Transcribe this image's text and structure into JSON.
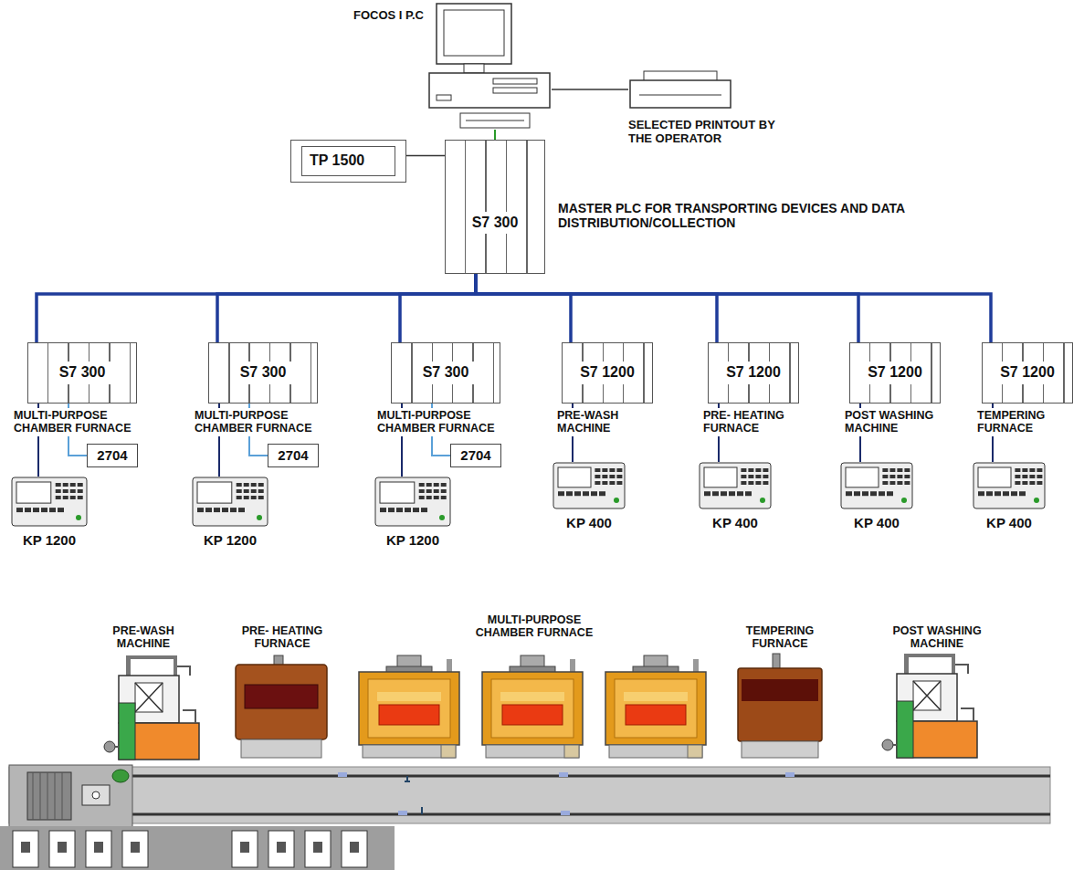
{
  "diagram": {
    "nodes": [
      {
        "text": [
          "FOCOS I P.C"
        ]
      },
      {
        "text": [
          "SELECTED PRINTOUT BY THE OPERATOR"
        ]
      },
      {
        "text": [
          "TP 1500"
        ]
      },
      {
        "text": [
          "S7 300",
          "MASTER PLC FOR TRANSPORTING DEVICES AND DATA DISTRIBUTION/COLLECTION"
        ]
      },
      {
        "text": [
          "S7 300",
          "MULTI-PURPOSE CHAMBER FURNACE"
        ]
      },
      {
        "text": [
          "S7 300",
          "MULTI-PURPOSE CHAMBER FURNACE"
        ]
      },
      {
        "text": [
          "S7 300",
          "MULTI-PURPOSE CHAMBER FURNACE"
        ]
      },
      {
        "text": [
          "S7 1200",
          "PRE-WASH MACHINE"
        ]
      },
      {
        "text": [
          "S7 1200",
          "PRE- HEATING FURNACE"
        ]
      },
      {
        "text": [
          "S7 1200",
          "POST WASHING MACHINE"
        ]
      },
      {
        "text": [
          "S7 1200",
          "TEMPERING FURNACE"
        ]
      },
      {
        "text": [
          "2704"
        ]
      },
      {
        "text": [
          "2704"
        ]
      },
      {
        "text": [
          "2704"
        ]
      },
      {
        "text": [
          "KP 1200"
        ]
      },
      {
        "text": [
          "KP 1200"
        ]
      },
      {
        "text": [
          "KP 1200"
        ]
      },
      {
        "text": [
          "KP 400"
        ]
      },
      {
        "text": [
          "KP 400"
        ]
      },
      {
        "text": [
          "KP 400"
        ]
      },
      {
        "text": [
          "KP 400"
        ]
      }
    ],
    "edges": [
      {
        "from": 0,
        "to": 1,
        "arrow": "none"
      },
      {
        "from": 0,
        "to": 3,
        "arrow": "none"
      },
      {
        "from": 2,
        "to": 3,
        "arrow": "none"
      },
      {
        "from": 3,
        "to": 4,
        "arrow": "none"
      },
      {
        "from": 3,
        "to": 5,
        "arrow": "none"
      },
      {
        "from": 3,
        "to": 6,
        "arrow": "none"
      },
      {
        "from": 3,
        "to": 7,
        "arrow": "none"
      },
      {
        "from": 3,
        "to": 8,
        "arrow": "none"
      },
      {
        "from": 3,
        "to": 9,
        "arrow": "none"
      },
      {
        "from": 3,
        "to": 10,
        "arrow": "none"
      },
      {
        "from": 4,
        "to": 11,
        "arrow": "none"
      },
      {
        "from": 5,
        "to": 12,
        "arrow": "none"
      },
      {
        "from": 6,
        "to": 13,
        "arrow": "none"
      },
      {
        "from": 4,
        "to": 14,
        "arrow": "none"
      },
      {
        "from": 5,
        "to": 15,
        "arrow": "none"
      },
      {
        "from": 6,
        "to": 16,
        "arrow": "none"
      },
      {
        "from": 7,
        "to": 17,
        "arrow": "none"
      },
      {
        "from": 8,
        "to": 18,
        "arrow": "none"
      },
      {
        "from": 9,
        "to": 19,
        "arrow": "none"
      },
      {
        "from": 10,
        "to": 20,
        "arrow": "none"
      }
    ],
    "labels": [
      "PRE-WASH MACHINE",
      "PRE- HEATING FURNACE",
      "MULTI-PURPOSE CHAMBER FURNACE",
      "TEMPERING FURNACE",
      "POST WASHING MACHINE"
    ]
  }
}
